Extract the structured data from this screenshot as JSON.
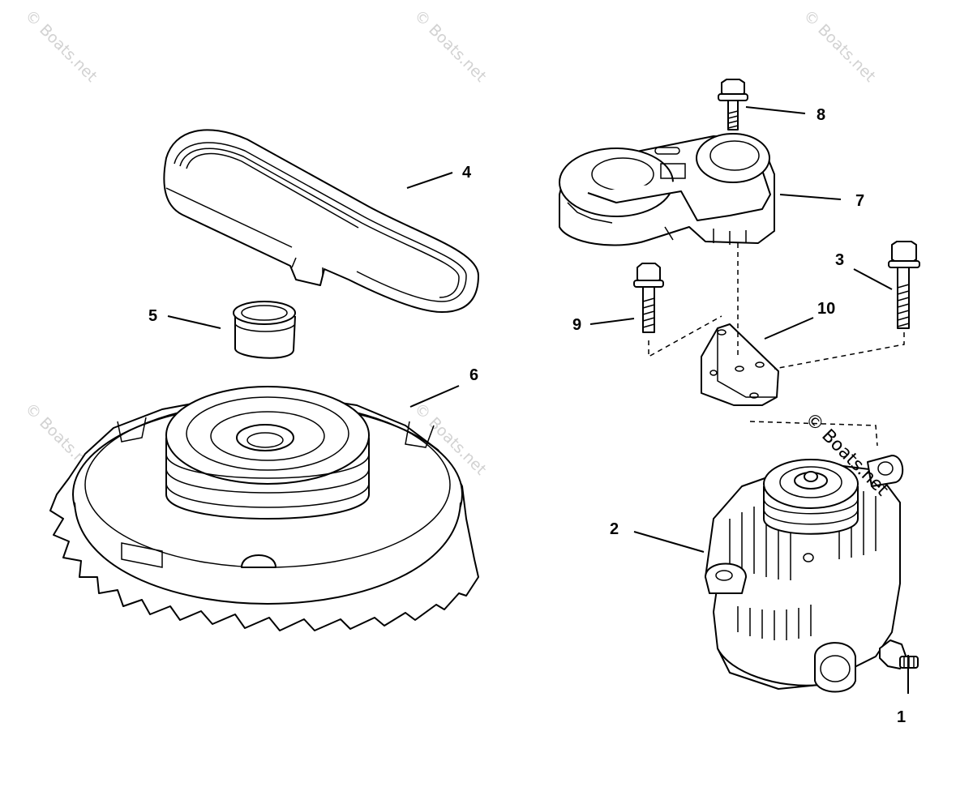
{
  "callouts": [
    {
      "id": "1",
      "label": "1"
    },
    {
      "id": "2",
      "label": "2"
    },
    {
      "id": "3",
      "label": "3"
    },
    {
      "id": "4",
      "label": "4"
    },
    {
      "id": "5",
      "label": "5"
    },
    {
      "id": "6",
      "label": "6"
    },
    {
      "id": "7",
      "label": "7"
    },
    {
      "id": "8",
      "label": "8"
    },
    {
      "id": "9",
      "label": "9"
    },
    {
      "id": "10",
      "label": "10"
    }
  ],
  "watermark": {
    "text": "© Boats.net"
  },
  "parts": [
    {
      "name": "alternator",
      "callout": "2"
    },
    {
      "name": "terminal-nut",
      "callout": "1"
    },
    {
      "name": "bolt",
      "callout": "3"
    },
    {
      "name": "drive-belt",
      "callout": "4"
    },
    {
      "name": "spacer-bushing",
      "callout": "5"
    },
    {
      "name": "flywheel-pulley",
      "callout": "6"
    },
    {
      "name": "belt-tensioner",
      "callout": "7"
    },
    {
      "name": "tensioner-bolt",
      "callout": "8"
    },
    {
      "name": "bolt",
      "callout": "9"
    },
    {
      "name": "mounting-bracket",
      "callout": "10"
    }
  ]
}
